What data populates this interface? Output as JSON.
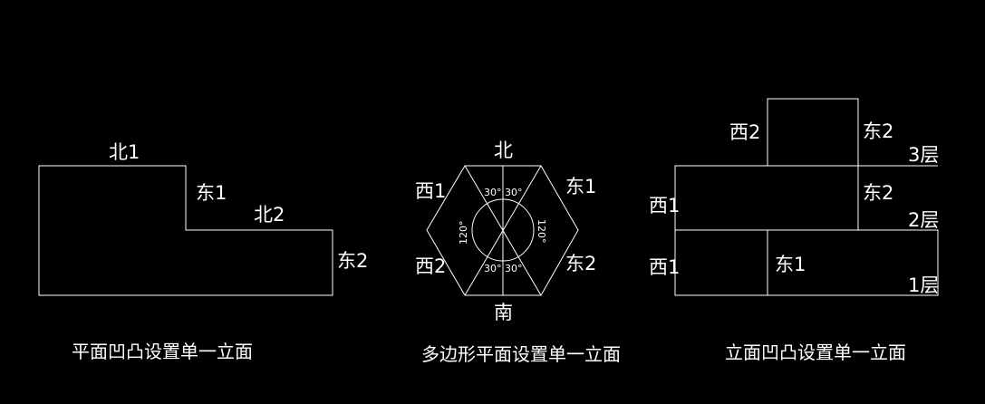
{
  "background_color": "#000000",
  "line_color": "#ffffff",
  "diagrams": {
    "plan": {
      "caption": "平面凹凸设置单一立面",
      "labels": {
        "north1": "北1",
        "east1": "东1",
        "north2": "北2",
        "east2": "东2"
      }
    },
    "polygon": {
      "caption": "多边形平面设置单一立面",
      "labels": {
        "north": "北",
        "south": "南",
        "west1": "西1",
        "east1": "东1",
        "west2": "西2",
        "east2": "东2"
      },
      "angles": {
        "top_left": "30°",
        "top_right": "30°",
        "bottom_left": "30°",
        "bottom_right": "30°",
        "left": "120°",
        "right": "120°"
      }
    },
    "elevation": {
      "caption": "立面凹凸设置单一立面",
      "labels": {
        "west2": "西2",
        "east2_top": "东2",
        "floor3": "3层",
        "west1_mid": "西1",
        "east2_mid": "东2",
        "floor2": "2层",
        "west1_bottom": "西1",
        "east1": "东1",
        "floor1": "1层"
      }
    }
  }
}
